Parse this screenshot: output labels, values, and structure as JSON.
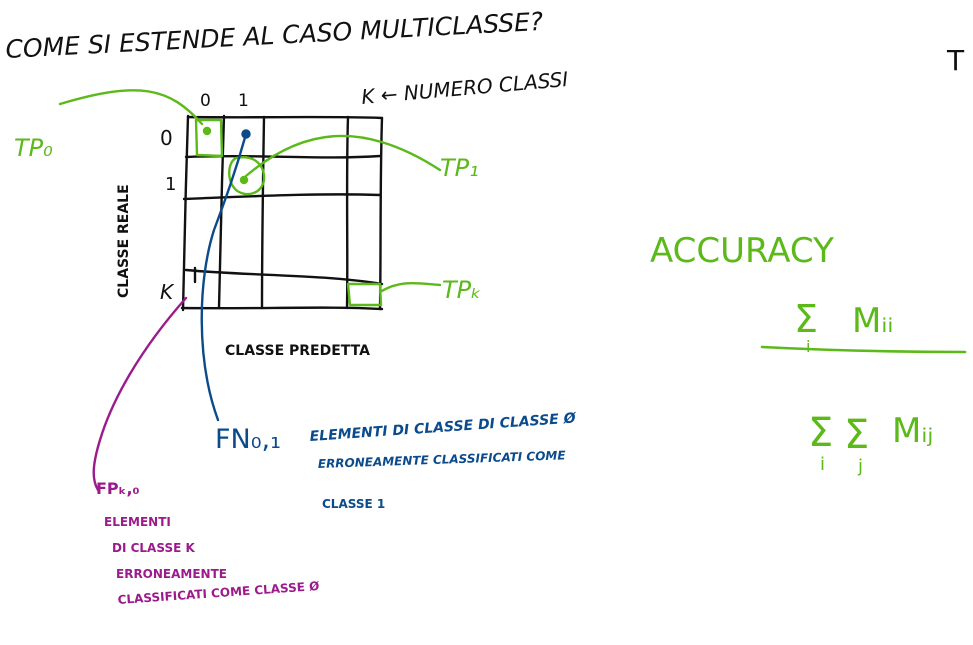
{
  "title": "COME SI ESTENDE AL CASO MULTICLASSE?",
  "corner_letter": "T",
  "matrix": {
    "col_labels": [
      "0",
      "1"
    ],
    "k_note": "K ← NUMERO CLASSI",
    "row_labels": [
      "0",
      "1",
      "K"
    ],
    "y_axis_label": "CLASSE REALE",
    "x_axis_label": "CLASSE PREDETTA"
  },
  "annotations": {
    "tp0": "TP₀",
    "tp1": "TP₁",
    "tpk": "TPₖ",
    "fn_label": "FN₀,₁",
    "fn_desc_1": "ELEMENTI DI CLASSE DI CLASSE Ø",
    "fn_desc_2": "ERRONEAMENTE CLASSIFICATI COME",
    "fn_desc_3": "CLASSE 1",
    "fp_label": "FPₖ,₀",
    "fp_desc_1": "ELEMENTI",
    "fp_desc_2": "DI CLASSE K",
    "fp_desc_3": "ERRONEAMENTE",
    "fp_desc_4": "CLASSIFICATI COME CLASSE Ø"
  },
  "accuracy": {
    "title": "ACCURACY",
    "num_sigma": "Σ",
    "num_sub": "i",
    "num_term": "Mᵢᵢ",
    "den_sigma_i": "Σ",
    "den_sub_i": "i",
    "den_sigma_j": "Σ",
    "den_sub_j": "j",
    "den_term": "Mᵢⱼ"
  },
  "colors": {
    "black": "#111111",
    "green": "#5cb91a",
    "blue": "#0b4b8c",
    "purple": "#9b1b8c"
  }
}
